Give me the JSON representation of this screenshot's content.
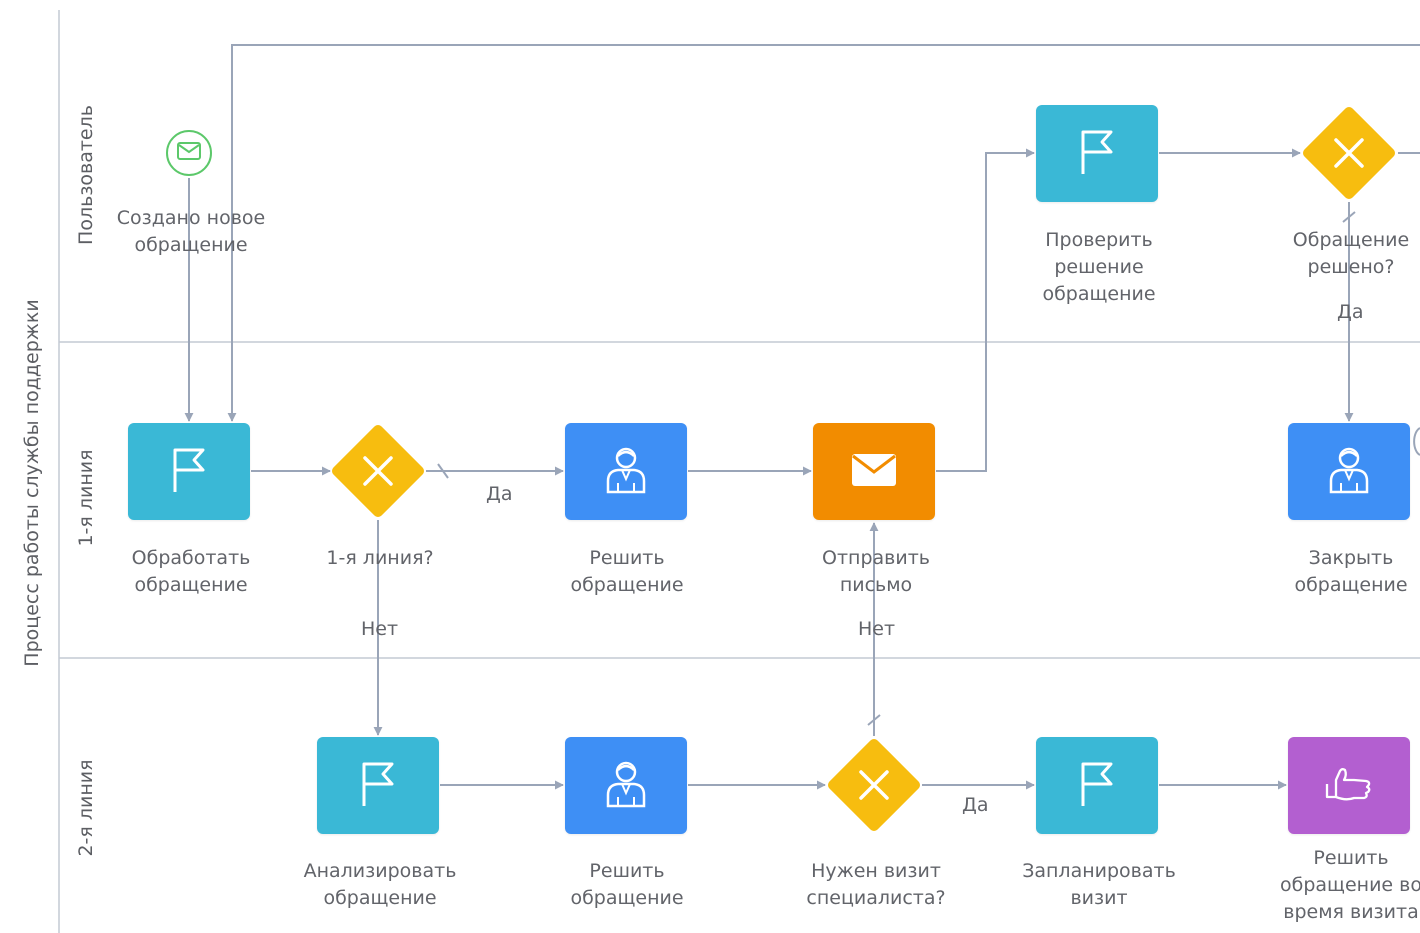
{
  "pool": {
    "title": "Процесс работы службы поддержки",
    "lanes": [
      "Пользователь",
      "1-я линия",
      "2-я линия"
    ]
  },
  "events": {
    "start": {
      "label": "Создано новое обращение",
      "icon": "envelope-icon",
      "color": "#5cc86a"
    }
  },
  "tasks": {
    "process_request": {
      "label": "Обработать обращение",
      "icon": "flag-icon",
      "color": "#3ab8d6"
    },
    "resolve_first": {
      "label": "Решить обращение",
      "icon": "user-icon",
      "color": "#3e8ff5"
    },
    "send_email": {
      "label": "Отправить письмо",
      "icon": "envelope-icon",
      "color": "#f28c00"
    },
    "verify_solution": {
      "label": "Проверить решение обращение",
      "icon": "flag-icon",
      "color": "#3ab8d6"
    },
    "close_request": {
      "label": "Закрыть обращение",
      "icon": "user-icon",
      "color": "#3e8ff5"
    },
    "analyze_request": {
      "label": "Анализировать обращение",
      "icon": "flag-icon",
      "color": "#3ab8d6"
    },
    "resolve_second": {
      "label": "Решить обращение",
      "icon": "user-icon",
      "color": "#3e8ff5"
    },
    "plan_visit": {
      "label": "Запланировать визит",
      "icon": "flag-icon",
      "color": "#3ab8d6"
    },
    "resolve_visit": {
      "label": "Решить обращение во время визита",
      "icon": "hand-icon",
      "color": "#b35fd0"
    }
  },
  "gateways": {
    "first_line": {
      "label": "1-я линия?",
      "color": "#f7bd0f"
    },
    "request_resolved": {
      "label": "Обращение решено?",
      "color": "#f7bd0f"
    },
    "visit_needed": {
      "label": "Нужен визит специалиста?",
      "color": "#f7bd0f"
    }
  },
  "edge_labels": {
    "first_line_yes": "Да",
    "first_line_no": "Нет",
    "resolved_yes": "Да",
    "visit_no": "Нет",
    "visit_yes": "Да"
  },
  "colors": {
    "connector": "#9aa5b8",
    "lane_border": "#c4cad4"
  }
}
